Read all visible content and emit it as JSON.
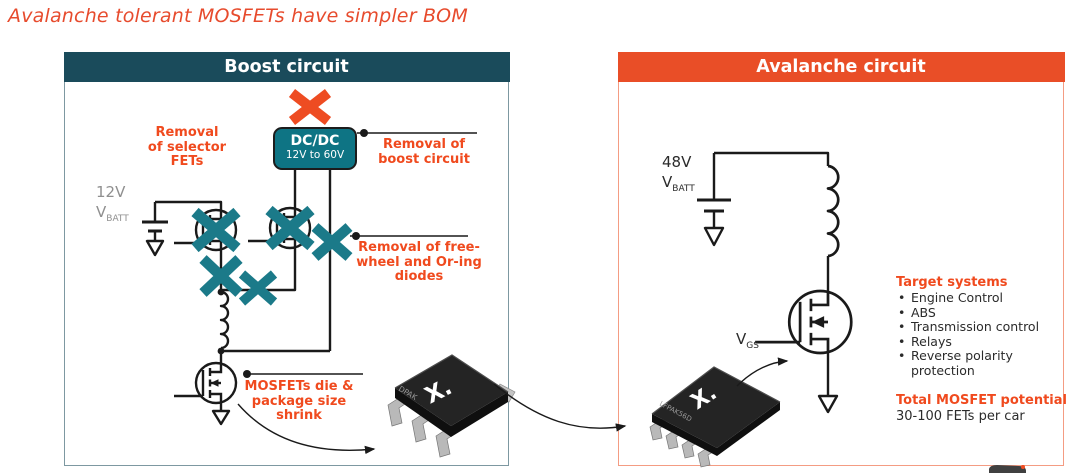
{
  "title": "Avalanche tolerant MOSFETs have simpler BOM",
  "boost": {
    "header": "Boost circuit",
    "battery_voltage": "12V",
    "battery_label_v": "V",
    "battery_label_sub": "BATT",
    "dcdc_line1": "DC/DC",
    "dcdc_line2": "12V to 60V",
    "callout_selector": "Removal\nof selector\nFETs",
    "callout_boost": "Removal of\nboost circuit",
    "callout_diodes": "Removal of free-\nwheel and Or-ing\ndiodes",
    "callout_die": "MOSFETs die &\npackage size\nshrink",
    "package_logo": "X.",
    "package_name": "DPAK"
  },
  "avalanche": {
    "header": "Avalanche circuit",
    "battery_voltage": "48V",
    "battery_label_v": "V",
    "battery_label_sub": "BATT",
    "gate_label_v": "V",
    "gate_label_sub": "GS",
    "package_logo": "X.",
    "package_name": "LFPAK56D",
    "target_title": "Target systems",
    "target_items": [
      "Engine Control",
      "ABS",
      "Transmission control",
      "Relays",
      "Reverse polarity protection"
    ],
    "total_title": "Total MOSFET potential",
    "total_value": "30-100 FETs per car"
  },
  "colors": {
    "title_orange": "#e74b2d",
    "orange_header": "#e94e27",
    "teal_header": "#1a4b5b",
    "dcdc_fill": "#0e7484",
    "teal_cross": "#1b7a89",
    "orange_x": "#ee4c22",
    "callout_orange": "#f04a1e",
    "gray_label": "#8f8f8f",
    "dark_text": "#2b2b2b",
    "wire": "#1a1a1a",
    "boost_border": "#7d98a1",
    "avalanche_border": "#f49c83"
  }
}
